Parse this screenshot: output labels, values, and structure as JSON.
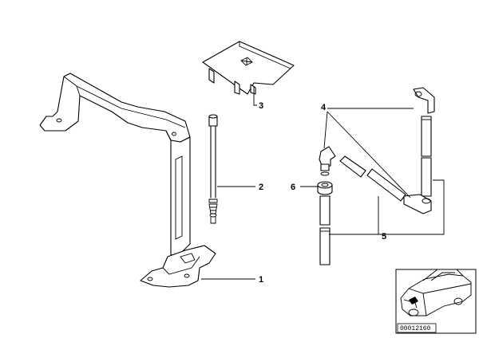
{
  "callouts": {
    "c1": "1",
    "c2": "2",
    "c3": "3",
    "c4": "4",
    "c5": "5",
    "c6": "6"
  },
  "thumbnail": {
    "ref_code": "00012160"
  },
  "colors": {
    "line": "#000000",
    "background": "#ffffff"
  }
}
